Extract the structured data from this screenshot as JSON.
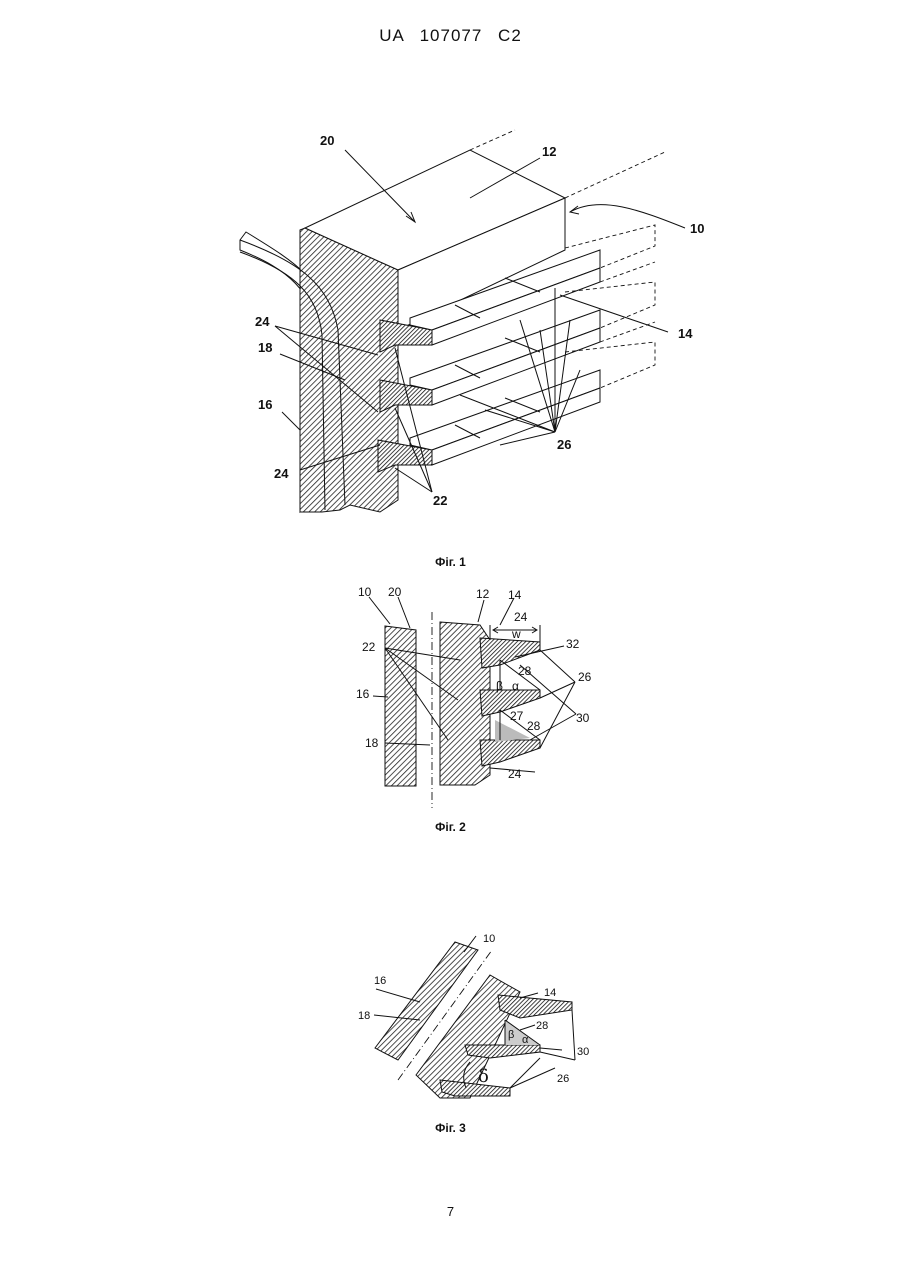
{
  "header": {
    "text": "UA  107077  C2"
  },
  "figures": [
    {
      "caption": "Фіг. 1",
      "labels": {
        "l20": "20",
        "l12": "12",
        "l10": "10",
        "l14": "14",
        "l24a": "24",
        "l18": "18",
        "l16": "16",
        "l24b": "24",
        "l22": "22",
        "l26": "26"
      }
    },
    {
      "caption": "Фіг. 2",
      "labels": {
        "l10": "10",
        "l20": "20",
        "l12": "12",
        "l14": "14",
        "l24a": "24",
        "lw": "w",
        "l22": "22",
        "l32": "32",
        "l28a": "28",
        "l26": "26",
        "lbeta": "β",
        "lalpha": "α",
        "l16": "16",
        "l27": "27",
        "l28b": "28",
        "l30": "30",
        "l18": "18",
        "l24b": "24"
      }
    },
    {
      "caption": "Фіг. 3",
      "labels": {
        "l10": "10",
        "l16": "16",
        "l14": "14",
        "l18": "18",
        "l28": "28",
        "lbeta": "β",
        "lalpha": "α",
        "l30": "30",
        "ldelta": "δ",
        "l26": "26"
      }
    }
  ],
  "page_number": "7"
}
